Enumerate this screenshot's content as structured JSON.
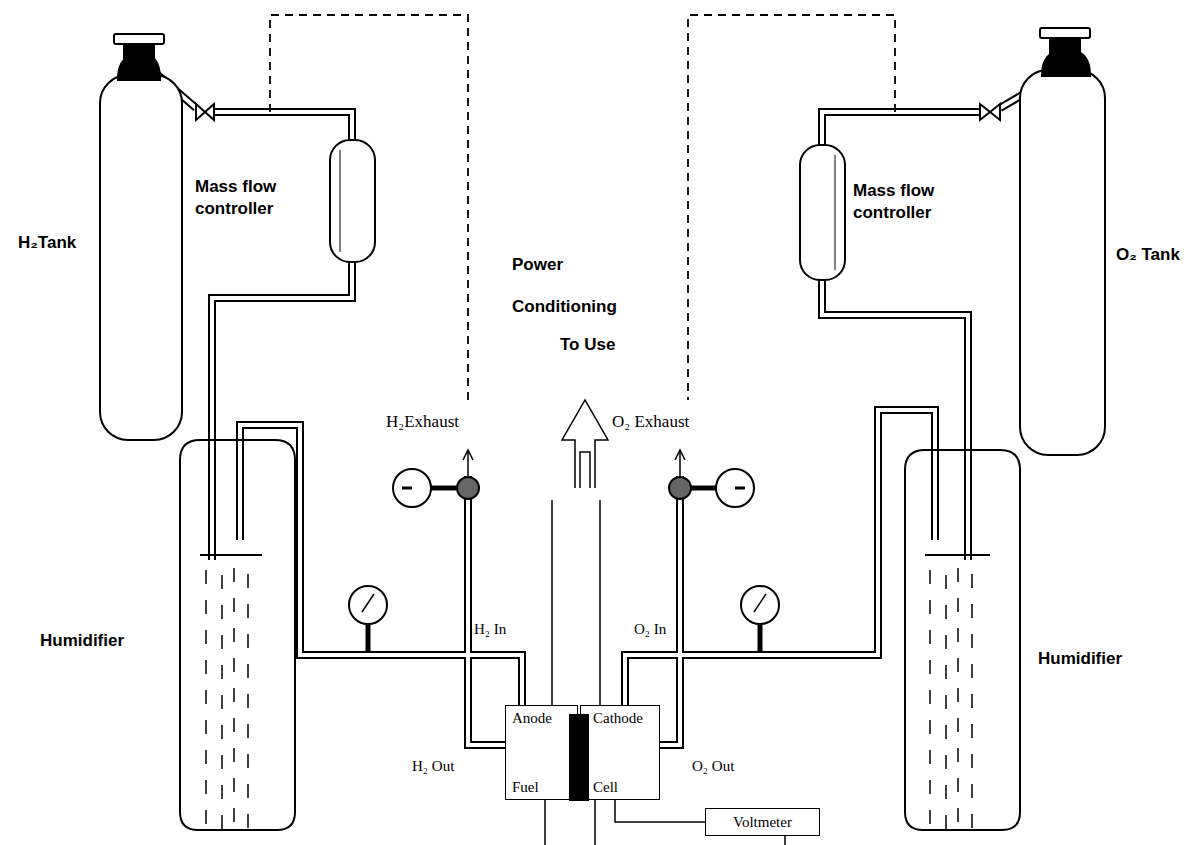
{
  "diagram": {
    "nodes": [
      {
        "text": [
          "Anode",
          "Fuel"
        ]
      },
      {
        "text": [
          "Cathode",
          "Cell"
        ]
      },
      {
        "text": [
          "Voltmeter"
        ]
      }
    ],
    "edges": [
      {
        "from": 1,
        "to": 2,
        "arrow": "none"
      }
    ],
    "labels": [
      "H₂Tank",
      "Mass flow controller",
      "Power Conditioning",
      "To Use",
      "Mass flow controller",
      "O₂ Tank",
      "H₂Exhaust",
      "O₂ Exhaust",
      "Humidifier",
      "H₂ In",
      "O₂ In",
      "Humidifier",
      "H₂ Out",
      "O₂ Out"
    ]
  }
}
